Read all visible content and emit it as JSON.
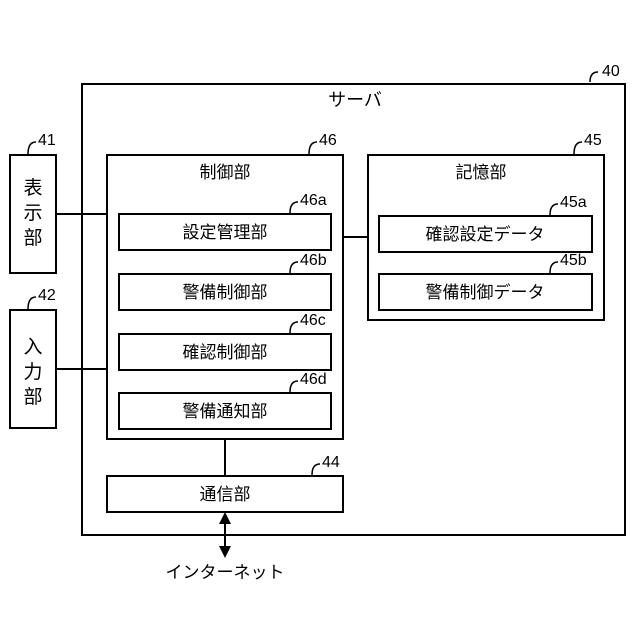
{
  "server": {
    "label": "サーバ",
    "ref": "40"
  },
  "display": {
    "chars": [
      "表",
      "示",
      "部"
    ],
    "ref": "41"
  },
  "input": {
    "chars": [
      "入",
      "力",
      "部"
    ],
    "ref": "42"
  },
  "control": {
    "label": "制御部",
    "ref": "46",
    "modules": [
      {
        "label": "設定管理部",
        "ref": "46a"
      },
      {
        "label": "警備制御部",
        "ref": "46b"
      },
      {
        "label": "確認制御部",
        "ref": "46c"
      },
      {
        "label": "警備通知部",
        "ref": "46d"
      }
    ]
  },
  "storage": {
    "label": "記憶部",
    "ref": "45",
    "items": [
      {
        "label": "確認設定データ",
        "ref": "45a"
      },
      {
        "label": "警備制御データ",
        "ref": "45b"
      }
    ]
  },
  "communication": {
    "label": "通信部",
    "ref": "44"
  },
  "internet": {
    "label": "インターネット"
  }
}
